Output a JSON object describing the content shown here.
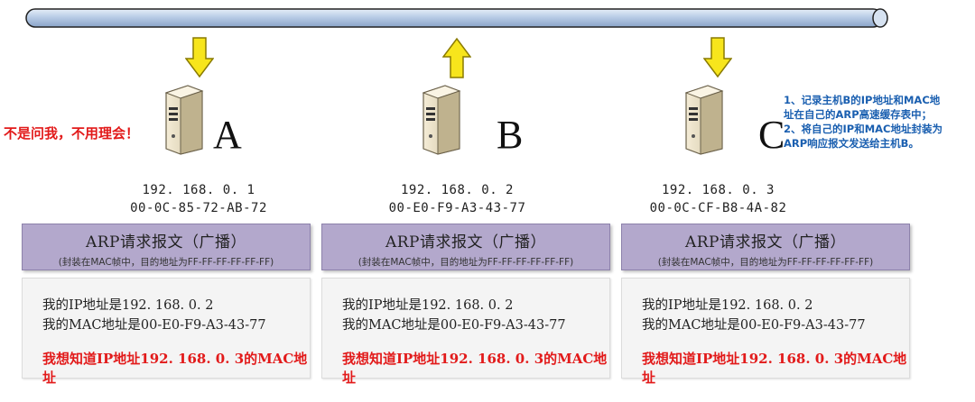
{
  "hosts": [
    {
      "letter": "A",
      "ip": "192. 168. 0. 1",
      "mac": "00-0C-85-72-AB-72",
      "arrow": "down"
    },
    {
      "letter": "B",
      "ip": "192. 168. 0. 2",
      "mac": "00-E0-F9-A3-43-77",
      "arrow": "up"
    },
    {
      "letter": "C",
      "ip": "192. 168. 0. 3",
      "mac": "00-0C-CF-B8-4A-82",
      "arrow": "down"
    }
  ],
  "notes": {
    "host_a": "不是问我，不用理会！",
    "host_c": [
      "1、记录主机B的IP地址和MAC地",
      "址在自己的ARP高速缓存表中；",
      "2、将自己的IP和MAC地址封装为",
      "ARP响应报文发送给主机B。"
    ]
  },
  "packet": {
    "title": "ARP请求报文（广播）",
    "subtitle": "(封装在MAC帧中，目的地址为FF-FF-FF-FF-FF-FF)",
    "line1": "我的IP地址是192. 168. 0. 2",
    "line2": "我的MAC地址是00-E0-F9-A3-43-77",
    "want": "我想知道IP地址192. 168. 0. 3的MAC地址"
  },
  "colors": {
    "bus": "#b9cce6",
    "arrow": "#f7e51c",
    "packet_header": "#b3a8cc",
    "packet_body": "#f4f4f4",
    "highlight_red": "#e21a1a",
    "note_blue": "#1a5fb0"
  }
}
